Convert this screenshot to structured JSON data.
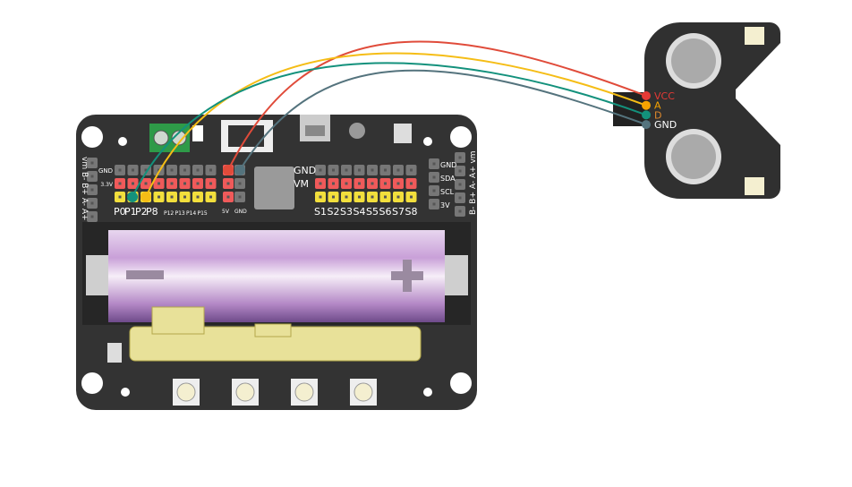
{
  "board": {
    "left_header_labels": [
      "GND",
      "3.3V"
    ],
    "pin_labels": [
      "P0",
      "P1",
      "P2",
      "P8",
      "P12",
      "P13",
      "P14",
      "P15"
    ],
    "power_labels": [
      "5V",
      "GND"
    ],
    "servo_labels": [
      "S1",
      "S2",
      "S3",
      "S4",
      "S5",
      "S6",
      "S7",
      "S8"
    ],
    "servo_row_labels": [
      "GND",
      "VM"
    ],
    "i2c_labels": [
      "GND",
      "SDA",
      "SCL",
      "3V"
    ],
    "left_motor_labels": "vm B- B+ A- A+",
    "right_motor_labels": "B- B+ A- A+ vm"
  },
  "sensor": {
    "pins": [
      {
        "label": "VCC",
        "color": "#e53935"
      },
      {
        "label": "A",
        "color": "#f7a400"
      },
      {
        "label": "D",
        "color": "#e08a2c"
      },
      {
        "label": "GND",
        "color": "#ffffff"
      }
    ]
  },
  "wires": [
    {
      "from": "5V",
      "to": "VCC",
      "color": "#e04b3a"
    },
    {
      "from": "P2",
      "to": "A",
      "color": "#f5bd16"
    },
    {
      "from": "P0",
      "to": "D",
      "color": "#13917c"
    },
    {
      "from": "GND",
      "to": "GND",
      "color": "#54737d"
    }
  ],
  "colors": {
    "board": "#2f2f2f",
    "pin_red": "#f05a5a",
    "pin_yellow": "#f2df3c",
    "pin_gray": "#777777"
  }
}
